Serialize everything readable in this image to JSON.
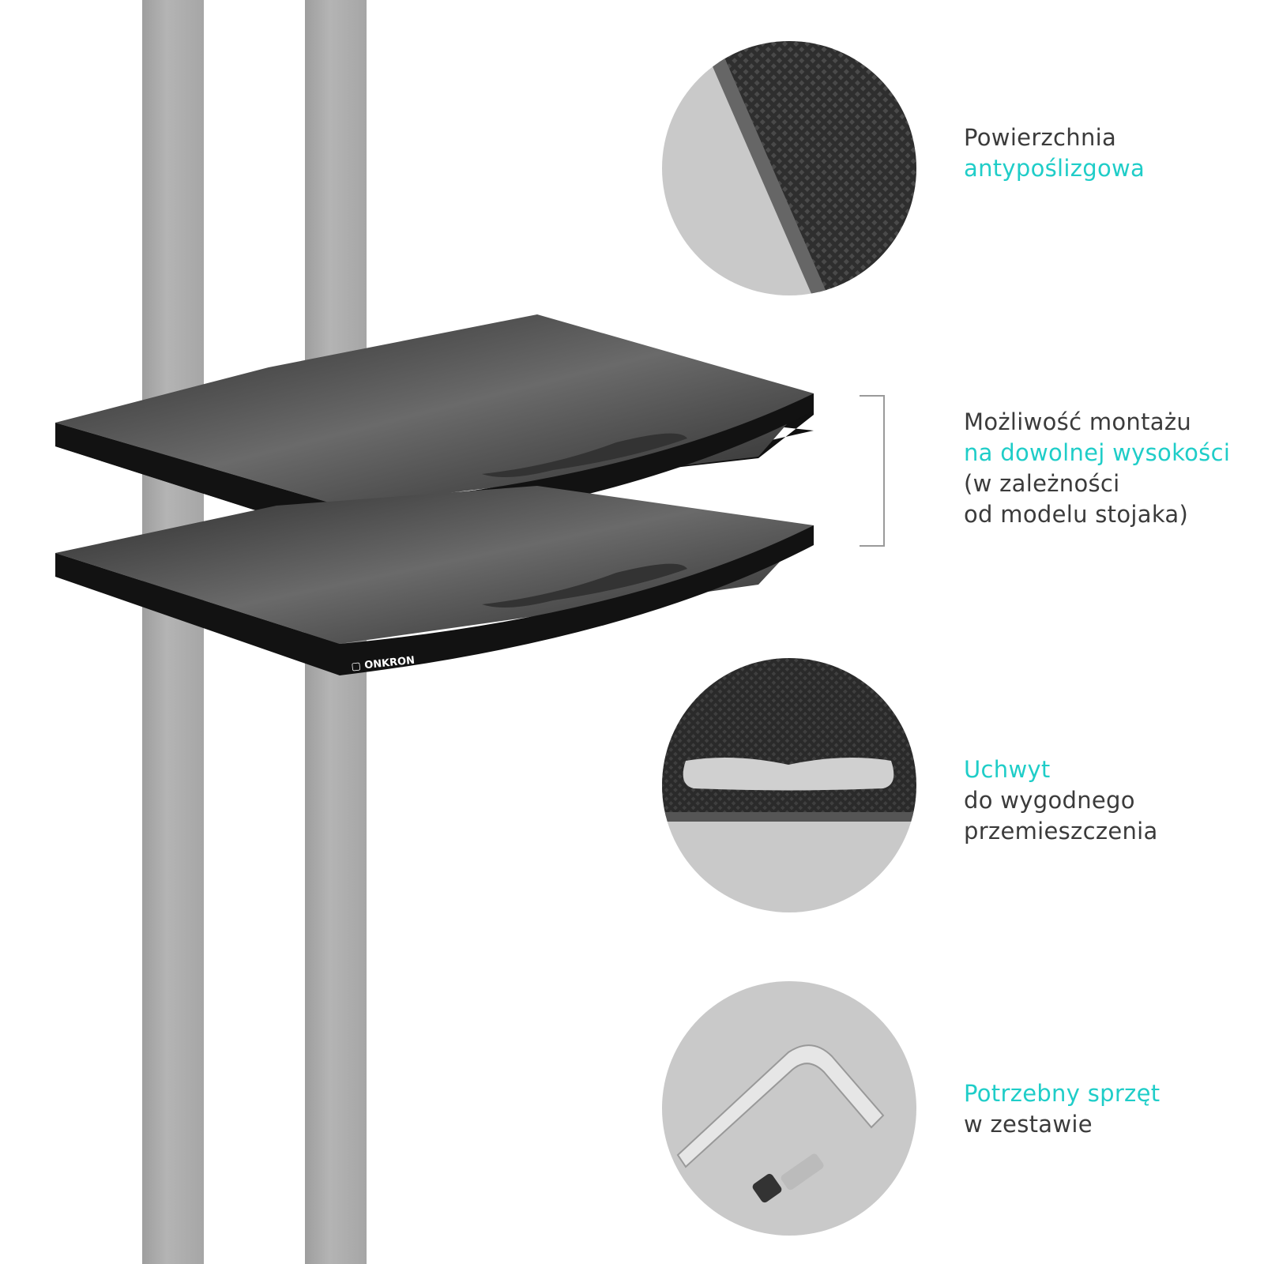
{
  "brand": "ONKRON",
  "colors": {
    "accent": "#1fcdc8",
    "text": "#3b3b3b",
    "pole": "#a9a9a9",
    "shelf": "#1a1a1a"
  },
  "features": [
    {
      "lines": [
        "Powierzchnia"
      ],
      "accent_lines": [
        "antypoślizgowa"
      ],
      "accent_first": false
    },
    {
      "lines": [
        "Możliwość montażu"
      ],
      "accent_lines": [
        "na dowolnej wysokości"
      ],
      "extra_lines": [
        "(w zależności",
        "od modelu stojaka)"
      ],
      "accent_first": false
    },
    {
      "accent_lines": [
        "Uchwyt"
      ],
      "lines": [
        "do wygodnego",
        "przemieszczenia"
      ],
      "accent_first": true
    },
    {
      "accent_lines": [
        "Potrzebny sprzęt"
      ],
      "lines": [
        "w zestawie"
      ],
      "accent_first": true
    }
  ]
}
